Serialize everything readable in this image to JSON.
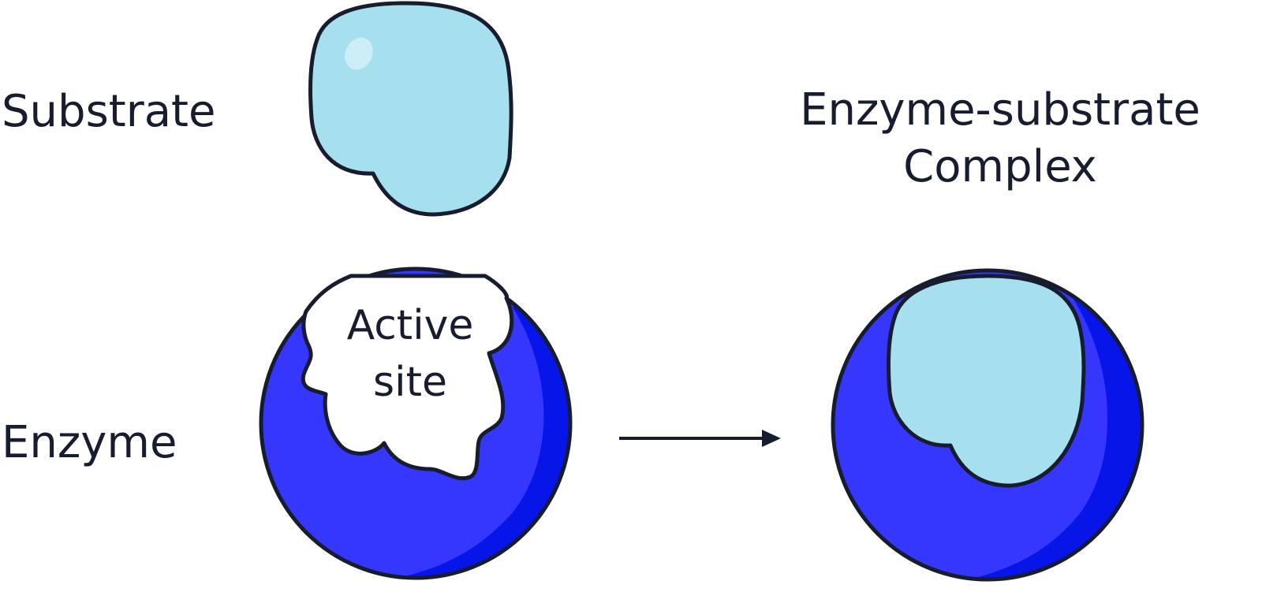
{
  "labels": {
    "substrate": "Substrate",
    "enzyme": "Enzyme",
    "active_site_line1": "Active",
    "active_site_line2": "site",
    "complex_line1": "Enzyme-substrate",
    "complex_line2": "Complex"
  },
  "colors": {
    "substrate_fill": "#a6e0ef",
    "enzyme_fill": "#3537ff",
    "enzyme_shade": "#0715e8",
    "outline": "#171c2e",
    "active_site_fill": "#ffffff"
  }
}
